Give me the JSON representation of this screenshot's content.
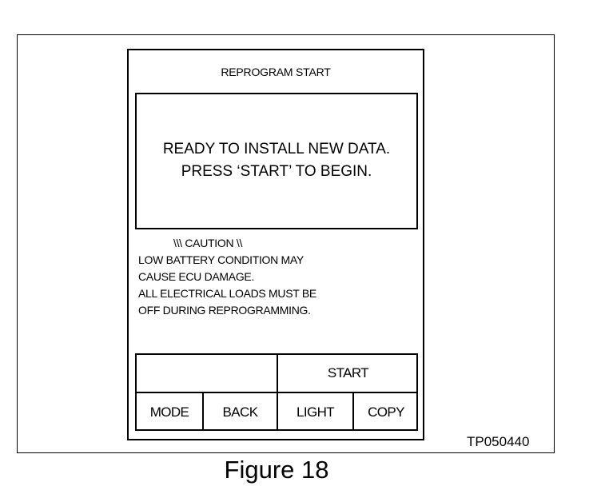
{
  "screen": {
    "title": "REPROGRAM START",
    "message": {
      "line1": "READY TO INSTALL NEW DATA.",
      "line2": "PRESS ‘START’ TO BEGIN."
    },
    "caution": {
      "heading": "\\\\\\ CAUTION \\\\",
      "lines": [
        "LOW BATTERY CONDITION MAY",
        "CAUSE ECU DAMAGE.",
        "ALL ELECTRICAL LOADS MUST BE",
        "OFF DURING REPROGRAMMING."
      ]
    },
    "buttons": {
      "start": "START",
      "mode": "MODE",
      "back": "BACK",
      "light": "LIGHT",
      "copy": "COPY"
    }
  },
  "figure": {
    "code": "TP050440",
    "caption": "Figure 18"
  }
}
